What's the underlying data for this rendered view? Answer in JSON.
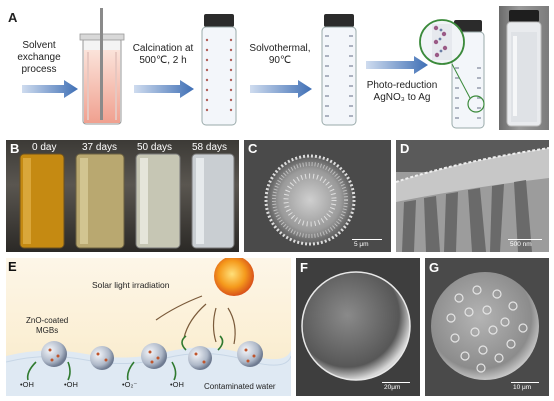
{
  "panelA": {
    "label": "A",
    "steps": [
      {
        "line1": "Solvent",
        "line2": "exchange",
        "line3": "process"
      },
      {
        "line1": "Calcination at",
        "line2": "500℃, 2 h"
      },
      {
        "line1": "Solvothermal,",
        "line2": "90℃"
      },
      {
        "line1": "Photo-reduction",
        "line2": "AgNO₃ to Ag"
      }
    ]
  },
  "panelB": {
    "label": "B",
    "days": [
      "0 day",
      "37 days",
      "50 days",
      "58 days"
    ]
  },
  "panelC": {
    "label": "C",
    "scale": "5 μm"
  },
  "panelD": {
    "label": "D",
    "scale": "500 nm"
  },
  "panelE": {
    "label": "E",
    "sun_text": "Solar light irradiation",
    "mgb_label_1": "ZnO-coated",
    "mgb_label_2": "MGBs",
    "oh": "•OH",
    "o2": "•O₂⁻",
    "water": "Contaminated water"
  },
  "panelF": {
    "label": "F",
    "scale": "20μm"
  },
  "panelG": {
    "label": "G",
    "scale": "10 μm"
  }
}
